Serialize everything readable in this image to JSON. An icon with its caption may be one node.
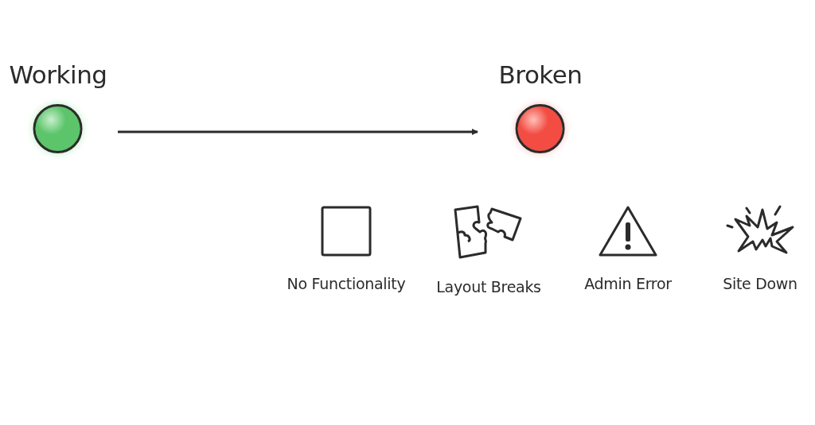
{
  "diagram": {
    "nodes": [
      {
        "text": [
          "Working"
        ]
      },
      {
        "text": [
          "Broken"
        ]
      }
    ],
    "edges": [
      {
        "from": 0,
        "to": 1,
        "arrow": "to"
      }
    ],
    "labels": [
      "No Functionality",
      "Layout Breaks",
      "Admin Error",
      "Site Down"
    ]
  }
}
